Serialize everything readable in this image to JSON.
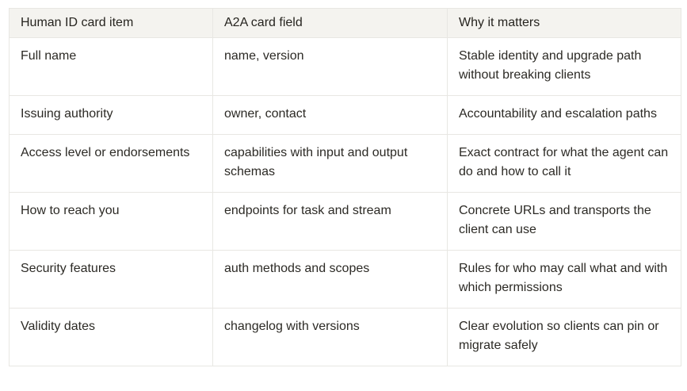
{
  "table": {
    "columns": [
      "Human ID card item",
      "A2A card field",
      "Why it matters"
    ],
    "rows": [
      [
        "Full name",
        "name, version",
        "Stable identity and upgrade path without breaking clients"
      ],
      [
        "Issuing authority",
        "owner, contact",
        "Accountability and escalation paths"
      ],
      [
        "Access level or endorsements",
        "capabilities with input and output schemas",
        "Exact contract for what the agent can do and how to call it"
      ],
      [
        "How to reach you",
        "endpoints for task and stream",
        "Concrete URLs and transports the client can use"
      ],
      [
        "Security features",
        "auth methods and scopes",
        "Rules for who may call what and with which permissions"
      ],
      [
        "Validity dates",
        "changelog with versions",
        "Clear evolution so clients can pin or migrate safely"
      ]
    ]
  },
  "colors": {
    "page_bg": "#ffffff",
    "header_bg": "#f4f3ef",
    "border": "#e8e7e3",
    "text": "#2c2a25"
  }
}
